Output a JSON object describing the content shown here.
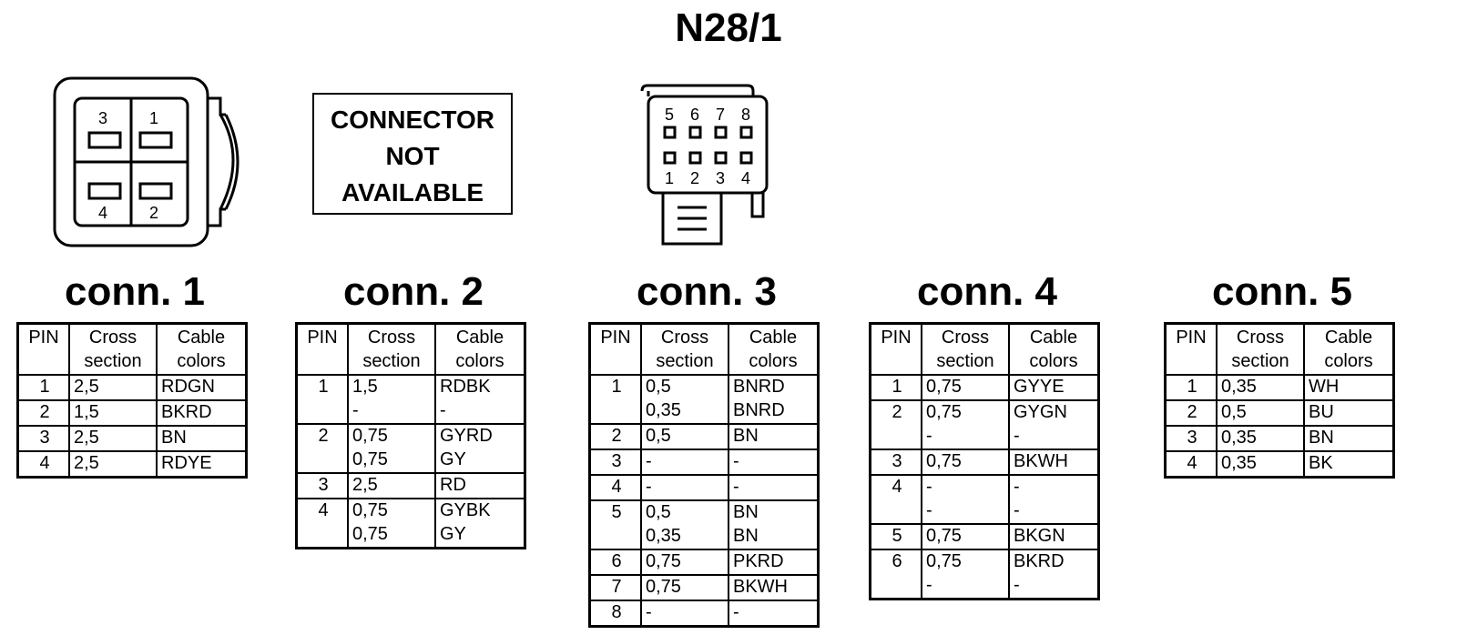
{
  "title": "N28/1",
  "connector_drawings": {
    "conn1_pins": [
      "3",
      "1",
      "4",
      "2"
    ],
    "conn2_note_lines": [
      "CONNECTOR",
      "NOT",
      "AVAILABLE"
    ],
    "conn3_top_pins": [
      "5",
      "6",
      "7",
      "8"
    ],
    "conn3_bottom_pins": [
      "1",
      "2",
      "3",
      "4"
    ]
  },
  "headers": {
    "pin": "PIN",
    "cross_line1": "Cross",
    "cross_line2": "section",
    "cable_line1": "Cable",
    "cable_line2": "colors"
  },
  "connectors": [
    {
      "title": "conn. 1",
      "rows": [
        {
          "pin": "1",
          "cs": [
            "2,5"
          ],
          "cc": [
            "RDGN"
          ]
        },
        {
          "pin": "2",
          "cs": [
            "1,5"
          ],
          "cc": [
            "BKRD"
          ]
        },
        {
          "pin": "3",
          "cs": [
            "2,5"
          ],
          "cc": [
            "BN"
          ]
        },
        {
          "pin": "4",
          "cs": [
            "2,5"
          ],
          "cc": [
            "RDYE"
          ]
        }
      ]
    },
    {
      "title": "conn. 2",
      "rows": [
        {
          "pin": "1",
          "cs": [
            "1,5",
            "-"
          ],
          "cc": [
            "RDBK",
            "-"
          ]
        },
        {
          "pin": "2",
          "cs": [
            "0,75",
            "0,75"
          ],
          "cc": [
            "GYRD",
            "GY"
          ]
        },
        {
          "pin": "3",
          "cs": [
            "2,5"
          ],
          "cc": [
            "RD"
          ]
        },
        {
          "pin": "4",
          "cs": [
            "0,75",
            "0,75"
          ],
          "cc": [
            "GYBK",
            "GY"
          ]
        }
      ]
    },
    {
      "title": "conn. 3",
      "rows": [
        {
          "pin": "1",
          "cs": [
            "0,5",
            "0,35"
          ],
          "cc": [
            "BNRD",
            "BNRD"
          ]
        },
        {
          "pin": "2",
          "cs": [
            "0,5"
          ],
          "cc": [
            "BN"
          ]
        },
        {
          "pin": "3",
          "cs": [
            "-"
          ],
          "cc": [
            "-"
          ]
        },
        {
          "pin": "4",
          "cs": [
            "-"
          ],
          "cc": [
            "-"
          ]
        },
        {
          "pin": "5",
          "cs": [
            "0,5",
            "0,35"
          ],
          "cc": [
            "BN",
            "BN"
          ]
        },
        {
          "pin": "6",
          "cs": [
            "0,75"
          ],
          "cc": [
            "PKRD"
          ]
        },
        {
          "pin": "7",
          "cs": [
            "0,75"
          ],
          "cc": [
            "BKWH"
          ]
        },
        {
          "pin": "8",
          "cs": [
            "-"
          ],
          "cc": [
            "-"
          ]
        }
      ]
    },
    {
      "title": "conn. 4",
      "rows": [
        {
          "pin": "1",
          "cs": [
            "0,75"
          ],
          "cc": [
            "GYYE"
          ]
        },
        {
          "pin": "2",
          "cs": [
            "0,75",
            "-"
          ],
          "cc": [
            "GYGN",
            "-"
          ]
        },
        {
          "pin": "3",
          "cs": [
            "0,75"
          ],
          "cc": [
            "BKWH"
          ]
        },
        {
          "pin": "4",
          "cs": [
            "-",
            "-"
          ],
          "cc": [
            "-",
            "-"
          ]
        },
        {
          "pin": "5",
          "cs": [
            "0,75"
          ],
          "cc": [
            "BKGN"
          ]
        },
        {
          "pin": "6",
          "cs": [
            "0,75",
            "-"
          ],
          "cc": [
            "BKRD",
            "-"
          ]
        }
      ]
    },
    {
      "title": "conn. 5",
      "rows": [
        {
          "pin": "1",
          "cs": [
            "0,35"
          ],
          "cc": [
            "WH"
          ]
        },
        {
          "pin": "2",
          "cs": [
            "0,5"
          ],
          "cc": [
            "BU"
          ]
        },
        {
          "pin": "3",
          "cs": [
            "0,35"
          ],
          "cc": [
            "BN"
          ]
        },
        {
          "pin": "4",
          "cs": [
            "0,35"
          ],
          "cc": [
            "BK"
          ]
        }
      ]
    }
  ]
}
